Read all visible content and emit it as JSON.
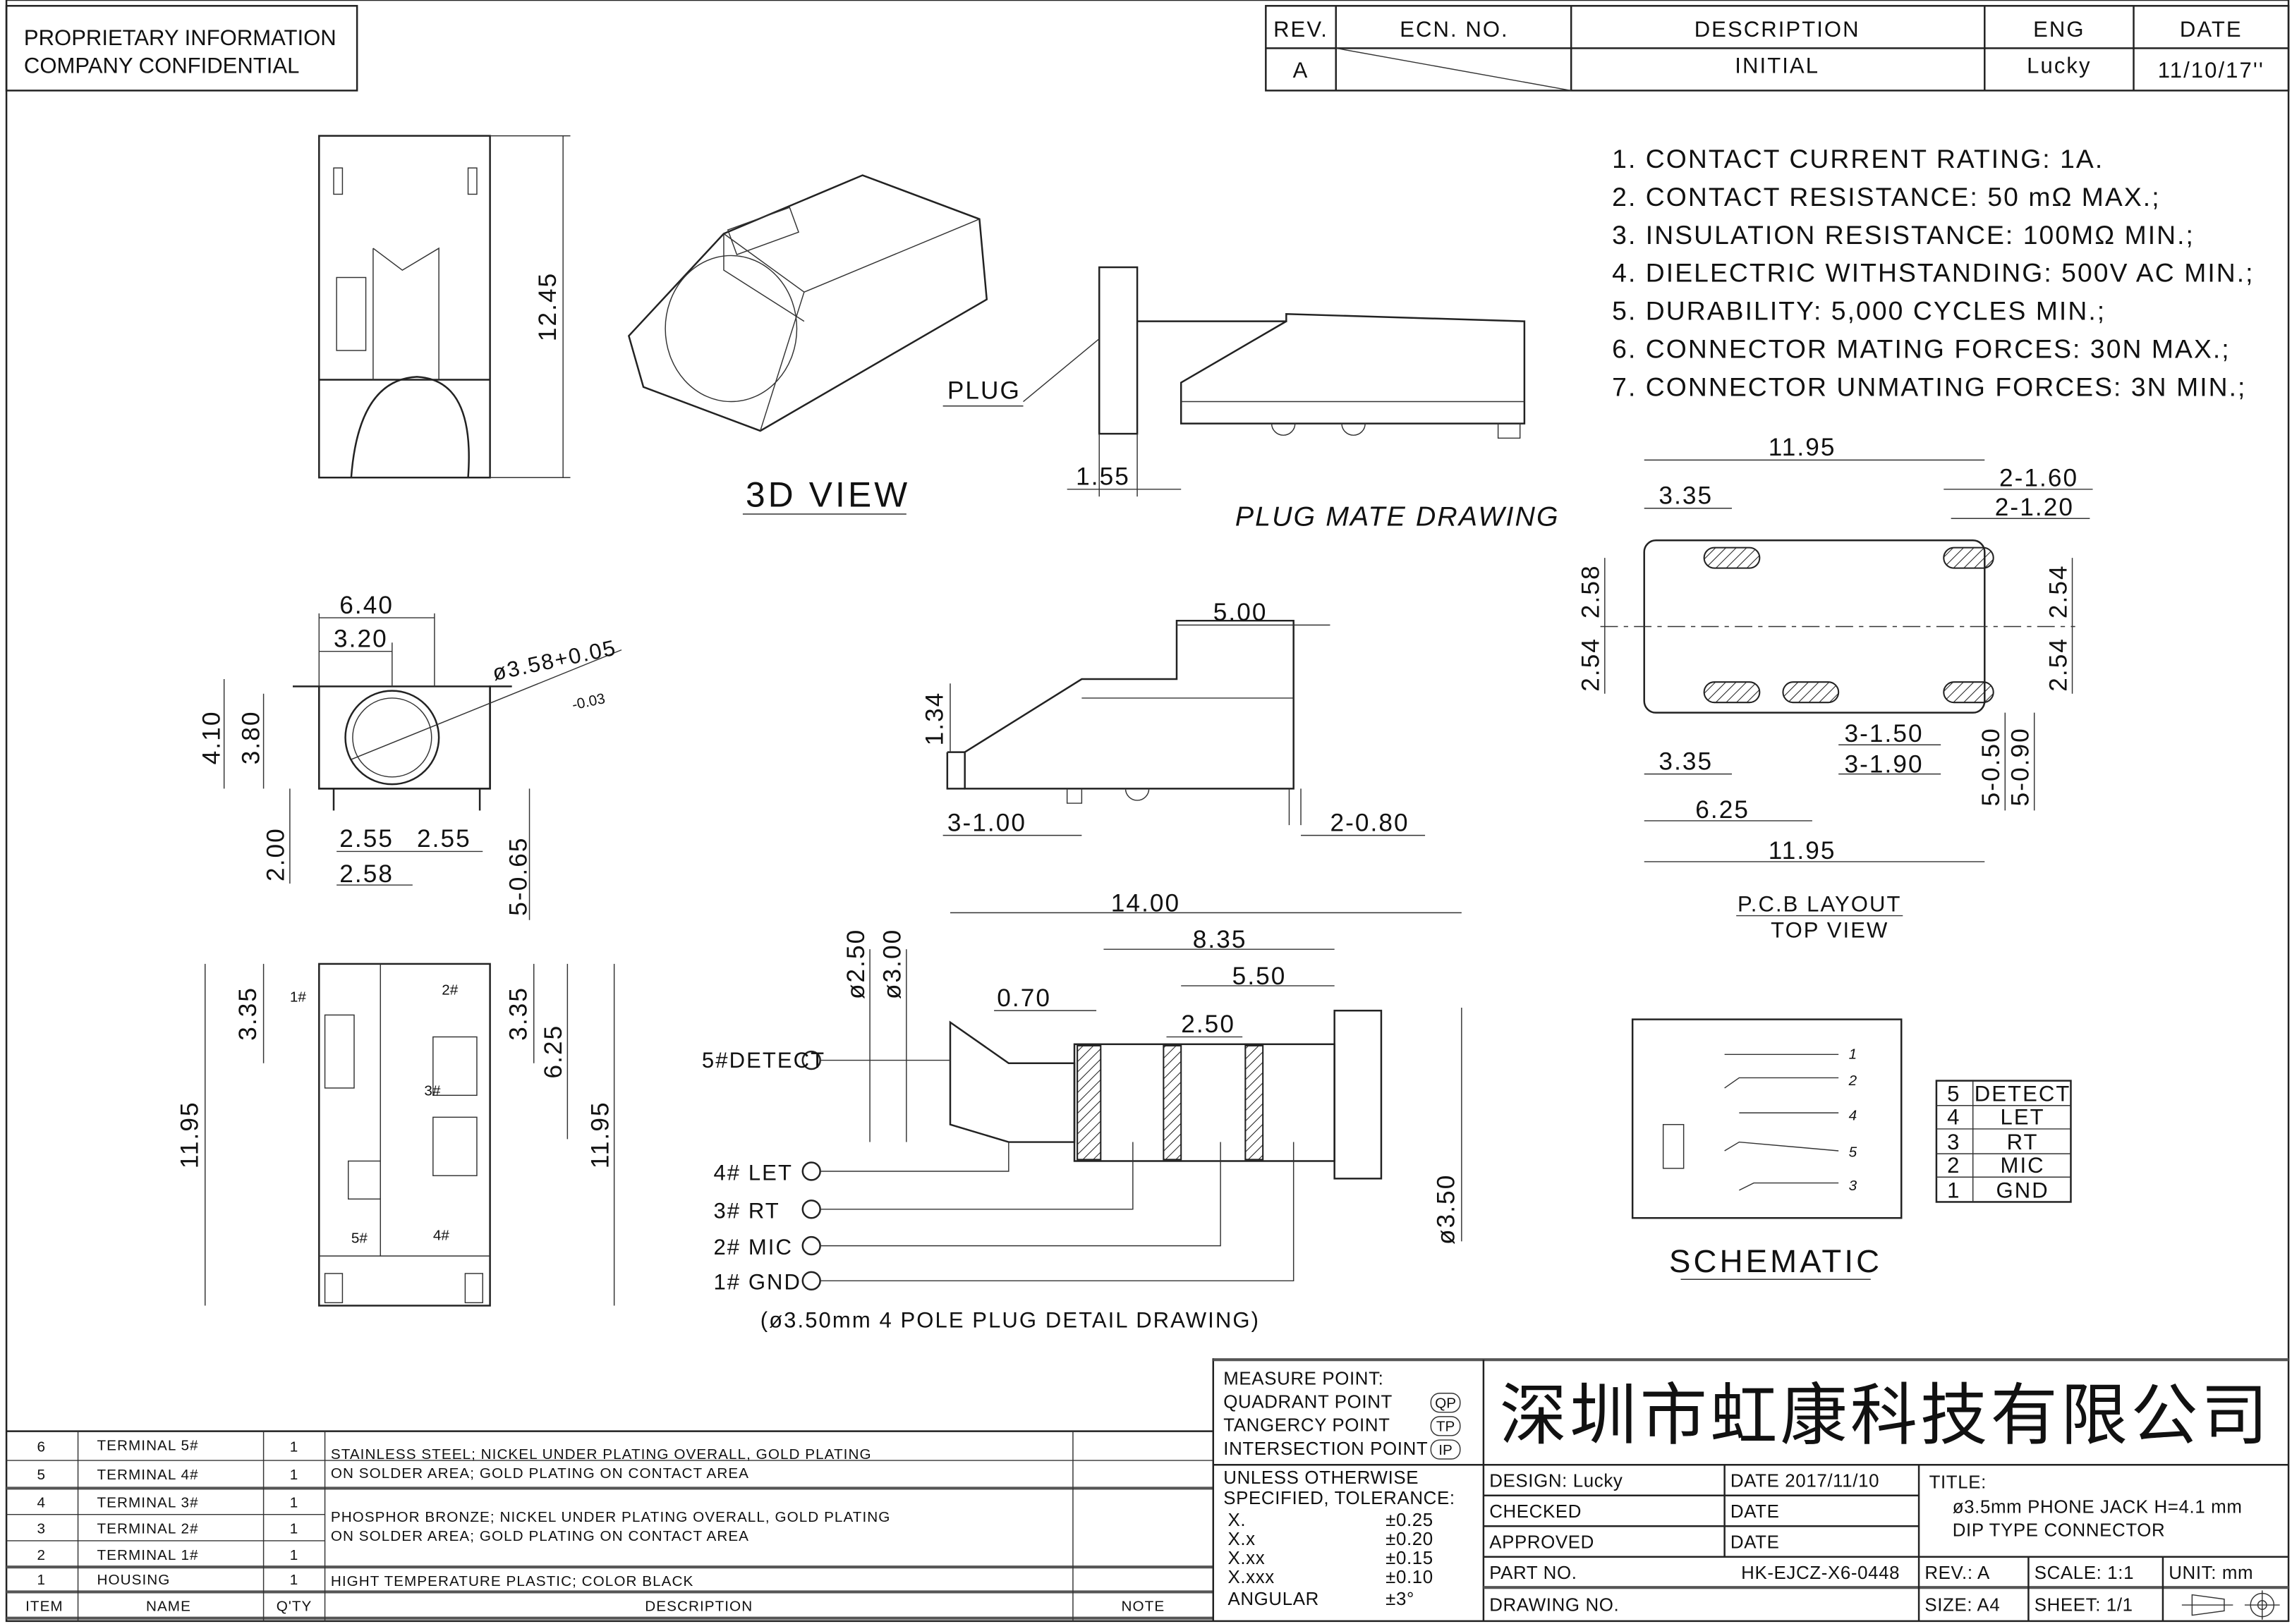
{
  "header": {
    "proprietary": [
      "PROPRIETARY INFORMATION",
      "COMPANY CONFIDENTIAL"
    ]
  },
  "revision": {
    "headers": [
      "REV.",
      "ECN. NO.",
      "DESCRIPTION",
      "ENG",
      "DATE"
    ],
    "row": {
      "rev": "A",
      "description": "INITIAL",
      "eng": "Lucky",
      "date": "11/10/17''"
    }
  },
  "specs": [
    "1. CONTACT CURRENT RATING: 1A.",
    "2. CONTACT RESISTANCE: 50 mΩ MAX.;",
    "3. INSULATION RESISTANCE: 100MΩ MIN.;",
    "4. DIELECTRIC WITHSTANDING: 500V AC MIN.;",
    "5. DURABILITY: 5,000 CYCLES MIN.;",
    "6. CONNECTOR MATING FORCES: 30N  MAX.;",
    "7. CONNECTOR UNMATING FORCES: 3N MIN.;"
  ],
  "labels": {
    "view3d": "3D VIEW",
    "plug_mate": "PLUG MATE DRAWING",
    "plug": "PLUG",
    "pcb_layout": "P.C.B LAYOUT",
    "top_view": "TOP VIEW",
    "schematic": "SCHEMATIC",
    "plug_detail": "(ø3.50mm 4 POLE PLUG DETAIL DRAWING)"
  },
  "dims": {
    "side": [
      "12.45"
    ],
    "plug_mate": [
      "1.55"
    ],
    "front": [
      "6.40",
      "3.20",
      "ø3.58+0.05",
      "-0.03",
      "4.10",
      "3.80",
      "2.00",
      "2.55",
      "2.55",
      "2.58",
      "5-0.65"
    ],
    "profile": [
      "5.00",
      "1.34",
      "3-1.00",
      "2-0.80"
    ],
    "bottom": [
      "3.35",
      "11.95",
      "3.35",
      "6.25",
      "11.95",
      "1#",
      "2#",
      "3#",
      "4#",
      "5#"
    ],
    "plug": [
      "14.00",
      "8.35",
      "5.50",
      "0.70",
      "2.50",
      "ø2.50",
      "ø3.00",
      "ø3.50"
    ],
    "pcb": [
      "11.95",
      "3.35",
      "2-1.60",
      "2-1.20",
      "2.58",
      "2.54",
      "2.54",
      "2.54",
      "3-1.50",
      "3-1.90",
      "3.35",
      "6.25",
      "11.95",
      "5-0.50",
      "5-0.90"
    ]
  },
  "plug_pins": [
    "5#DETECT",
    "4# LET",
    "3# RT",
    "2# MIC",
    "1# GND"
  ],
  "schematic": {
    "pins": [
      "1",
      "2",
      "4",
      "5",
      "3"
    ],
    "table": [
      [
        "5",
        "DETECT"
      ],
      [
        "4",
        "LET"
      ],
      [
        "3",
        "RT"
      ],
      [
        "2",
        "MIC"
      ],
      [
        "1",
        "GND"
      ]
    ]
  },
  "bom": {
    "headers": [
      "ITEM",
      "NAME",
      "Q'TY",
      "DESCRIPTION",
      "NOTE"
    ],
    "rows": [
      [
        "6",
        "TERMINAL 5#",
        "1"
      ],
      [
        "5",
        "TERMINAL 4#",
        "1"
      ],
      [
        "4",
        "TERMINAL 3#",
        "1"
      ],
      [
        "3",
        "TERMINAL 2#",
        "1"
      ],
      [
        "2",
        "TERMINAL 1#",
        "1"
      ],
      [
        "1",
        "HOUSING",
        "1"
      ]
    ],
    "desc": [
      "STAINLESS STEEL; NICKEL UNDER PLATING OVERALL, GOLD PLATING",
      "ON SOLDER AREA; GOLD PLATING ON CONTACT AREA",
      "PHOSPHOR BRONZE; NICKEL UNDER PLATING OVERALL, GOLD PLATING",
      "ON SOLDER AREA; GOLD PLATING ON CONTACT AREA",
      "HIGHT TEMPERATURE PLASTIC; COLOR BLACK"
    ]
  },
  "title_block": {
    "measure": [
      "MEASURE POINT:",
      "QUADRANT POINT",
      "TANGERCY POINT",
      "INTERSECTION POINT"
    ],
    "measure_tags": [
      "QP",
      "TP",
      "IP"
    ],
    "company": "深圳市虹康科技有限公司",
    "tolerance": [
      "UNLESS OTHERWISE",
      "SPECIFIED, TOLERANCE:"
    ],
    "tol_rows": [
      [
        "X.",
        "±0.25"
      ],
      [
        "X.x",
        "±0.20"
      ],
      [
        "X.xx",
        "±0.15"
      ],
      [
        "X.xxx",
        "±0.10"
      ],
      [
        "ANGULAR",
        "±3°"
      ]
    ],
    "design": "DESIGN: Lucky",
    "design_date": "DATE 2017/11/10",
    "checked": "CHECKED",
    "checked_date": "DATE",
    "approved": "APPROVED",
    "approved_date": "DATE",
    "title_label": "TITLE:",
    "title": [
      "ø3.5mm PHONE JACK H=4.1 mm",
      "DIP TYPE CONNECTOR"
    ],
    "part_no_label": "PART NO.",
    "part_no": "HK-EJCZ-X6-0448",
    "drawing_no_label": "DRAWING NO.",
    "rev": "REV.:  A",
    "scale": "SCALE:  1:1",
    "unit": "UNIT:  mm",
    "size": "SIZE:  A4",
    "sheet": "SHEET:  1/1"
  }
}
